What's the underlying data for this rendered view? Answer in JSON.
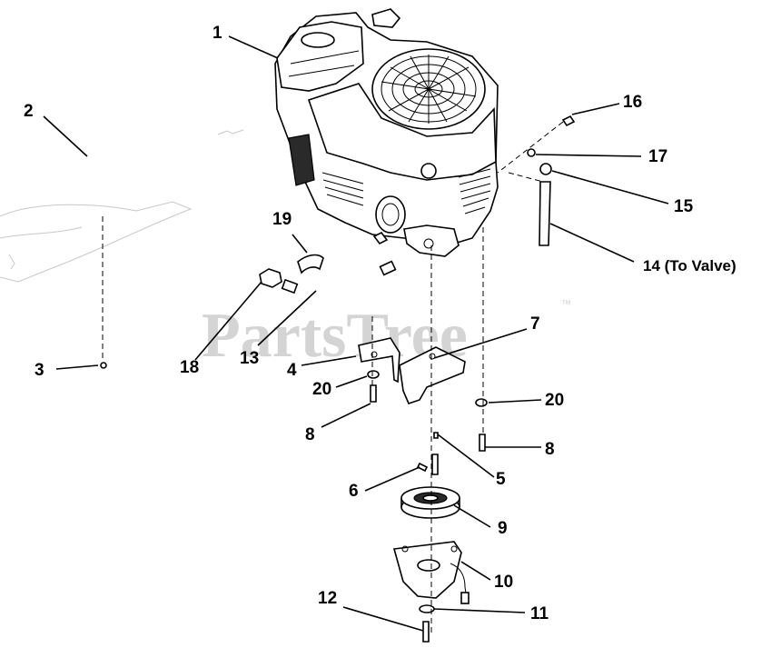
{
  "watermark": {
    "brand": "PartsTree",
    "trademark": "™"
  },
  "callouts": [
    {
      "id": "1",
      "text": "1"
    },
    {
      "id": "2",
      "text": "2"
    },
    {
      "id": "3",
      "text": "3"
    },
    {
      "id": "4",
      "text": "4"
    },
    {
      "id": "5",
      "text": "5"
    },
    {
      "id": "6",
      "text": "6"
    },
    {
      "id": "7",
      "text": "7"
    },
    {
      "id": "8a",
      "text": "8"
    },
    {
      "id": "8b",
      "text": "8"
    },
    {
      "id": "9",
      "text": "9"
    },
    {
      "id": "10",
      "text": "10"
    },
    {
      "id": "11",
      "text": "11"
    },
    {
      "id": "12",
      "text": "12"
    },
    {
      "id": "13",
      "text": "13"
    },
    {
      "id": "14",
      "text": "14 (To Valve)"
    },
    {
      "id": "15",
      "text": "15"
    },
    {
      "id": "16",
      "text": "16"
    },
    {
      "id": "17",
      "text": "17"
    },
    {
      "id": "18",
      "text": "18"
    },
    {
      "id": "19",
      "text": "19"
    },
    {
      "id": "20a",
      "text": "20"
    },
    {
      "id": "20b",
      "text": "20"
    }
  ]
}
